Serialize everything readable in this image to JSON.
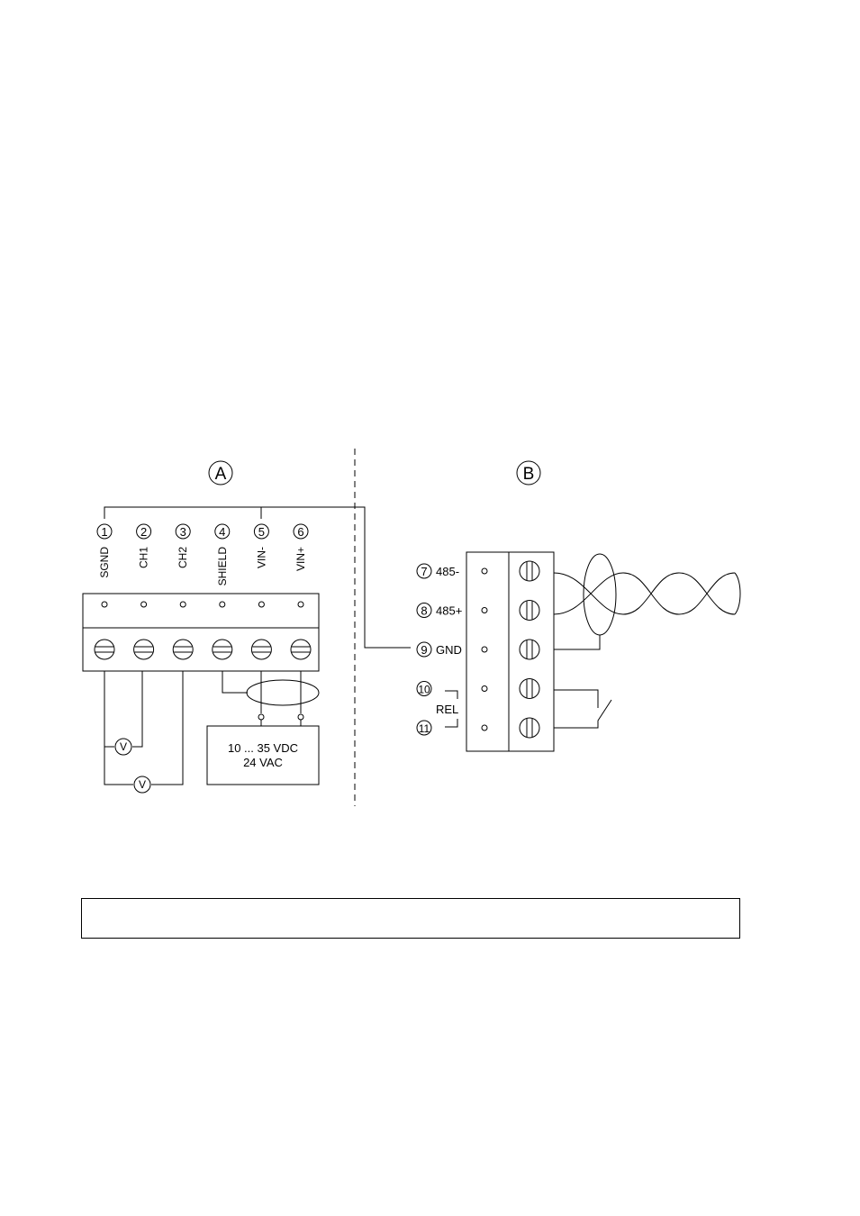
{
  "sections": {
    "a": "A",
    "b": "B"
  },
  "left_terminals": [
    {
      "num": "1",
      "label": "SGND"
    },
    {
      "num": "2",
      "label": "CH1"
    },
    {
      "num": "3",
      "label": "CH2"
    },
    {
      "num": "4",
      "label": "SHIELD"
    },
    {
      "num": "5",
      "label": "VIN-"
    },
    {
      "num": "6",
      "label": "VIN+"
    }
  ],
  "right_terminals": [
    {
      "num": "7",
      "label": "485-"
    },
    {
      "num": "8",
      "label": "485+"
    },
    {
      "num": "9",
      "label": "GND"
    },
    {
      "num": "10",
      "label": ""
    },
    {
      "num": "11",
      "label": ""
    }
  ],
  "relay_label": "REL",
  "voltmeter_symbol": "V",
  "power_supply": {
    "line1": "10 ... 35 VDC",
    "line2": "24 VAC"
  },
  "caption": ""
}
